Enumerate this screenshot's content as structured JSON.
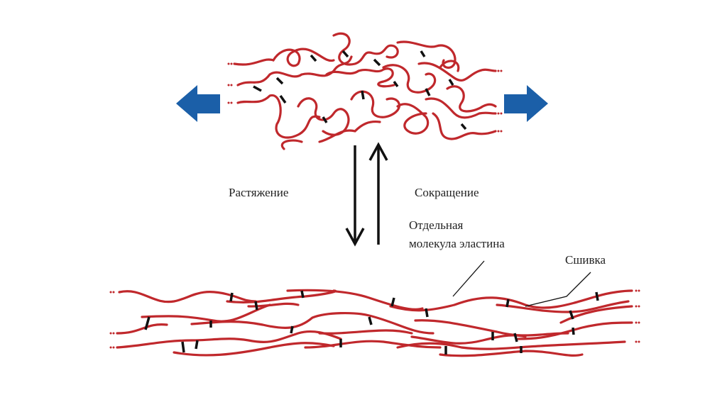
{
  "labels": {
    "stretching": "Растяжение",
    "contraction": "Сокращение",
    "molecule_line1": "Отдельная",
    "molecule_line2": "молекула эластина",
    "crosslink": "Сшивка"
  },
  "colors": {
    "fiber": "#c0282c",
    "crosslink": "#111111",
    "force_arrow": "#1b5fa8"
  }
}
